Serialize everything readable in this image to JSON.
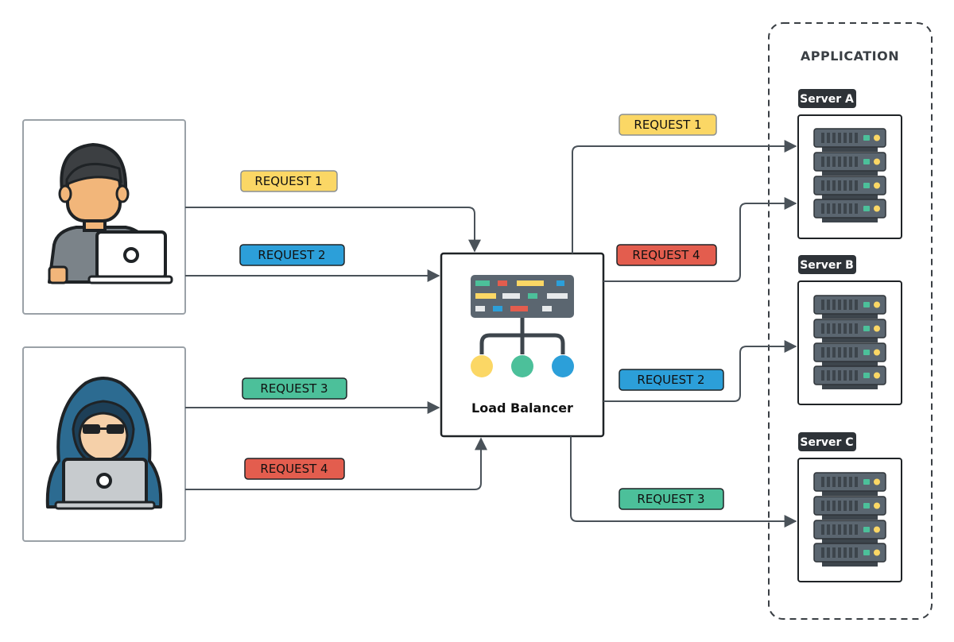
{
  "application": {
    "title": "APPLICATION"
  },
  "load_balancer": {
    "label": "Load Balancer"
  },
  "servers": [
    {
      "label": "Server A"
    },
    {
      "label": "Server B"
    },
    {
      "label": "Server C"
    }
  ],
  "requests": {
    "client_1_to_lb_1": {
      "label": "REQUEST 1",
      "color": "#fbd765"
    },
    "client_1_to_lb_2": {
      "label": "REQUEST 2",
      "color": "#2c9fd9"
    },
    "client_2_to_lb_3": {
      "label": "REQUEST 3",
      "color": "#4cc09a"
    },
    "client_2_to_lb_4": {
      "label": "REQUEST 4",
      "color": "#e35d4e"
    },
    "lb_to_server_a_1": {
      "label": "REQUEST 1",
      "color": "#fbd765"
    },
    "lb_to_server_a_4": {
      "label": "REQUEST 4",
      "color": "#e35d4e"
    },
    "lb_to_server_b_2": {
      "label": "REQUEST 2",
      "color": "#2c9fd9"
    },
    "lb_to_server_c_3": {
      "label": "REQUEST 3",
      "color": "#4cc09a"
    }
  },
  "icons": {
    "client_1": "developer-icon",
    "client_2": "hacker-icon",
    "load_balancer": "load-balancer-icon",
    "server": "server-rack-icon"
  },
  "colors": {
    "connector": "#4a5259",
    "server_tag": "#2e3338",
    "server_unit": "#5b6670",
    "led_green": "#4cc09a",
    "led_yellow": "#fbd765"
  }
}
